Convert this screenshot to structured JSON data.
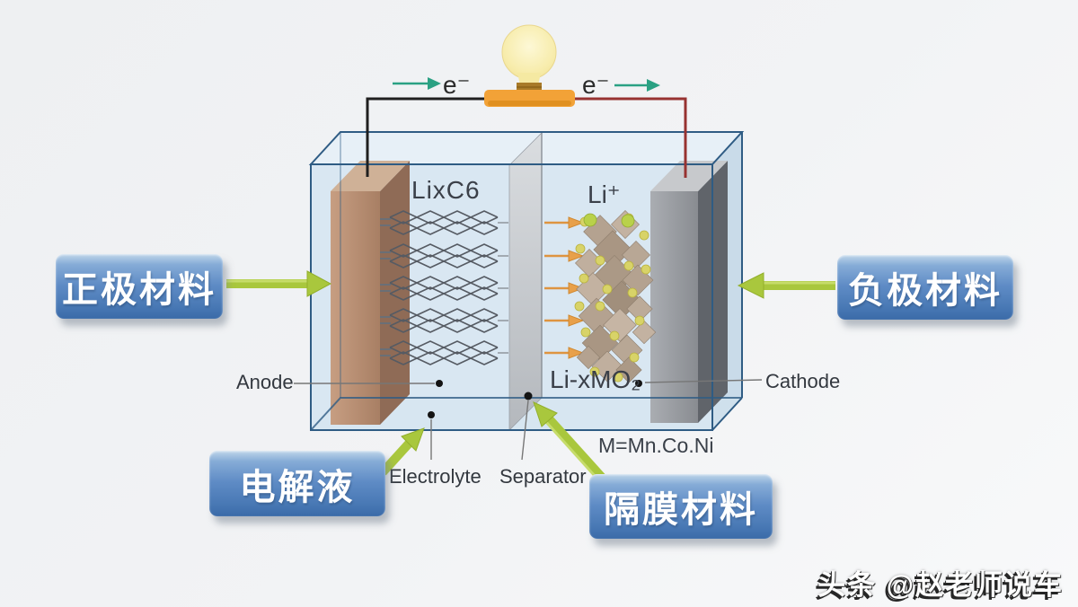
{
  "title": "lithium-ion battery structure diagram",
  "circuit": {
    "electron_flow_left": "e⁻",
    "electron_flow_right": "e⁻"
  },
  "cell": {
    "anode_formula": "LixC6",
    "lithium_ion_label": "Li⁺",
    "cathode_formula": "Li-xMO₂",
    "metal_note": "M=Mn.Co.Ni"
  },
  "part_labels": {
    "anode": "Anode",
    "cathode": "Cathode",
    "electrolyte": "Electrolyte",
    "separator": "Separator"
  },
  "callouts": {
    "left": "正极材料",
    "right": "负极材料",
    "bottom_left": "电解液",
    "bottom_right": "隔膜材料"
  },
  "watermark": "头条 @赵老师说车",
  "icons": {
    "bulb": "light-bulb-icon",
    "green_connector": "green-arrow-icon",
    "electron_arrow": "teal-arrow-icon",
    "ion_arrow": "orange-arrow-icon"
  },
  "colors": {
    "callout_blue": "#4878b4",
    "connector_green": "#a9c73d",
    "electron_arrow_teal": "#2aa183",
    "ion_arrow_orange": "#de9440",
    "anode_brown": "#b78c70",
    "cathode_gray": "#95989d",
    "separator_gray": "#c5c9cd",
    "tank_edge_blue": "#2f5c84",
    "tank_fill_blue": "#d7e6f1"
  }
}
